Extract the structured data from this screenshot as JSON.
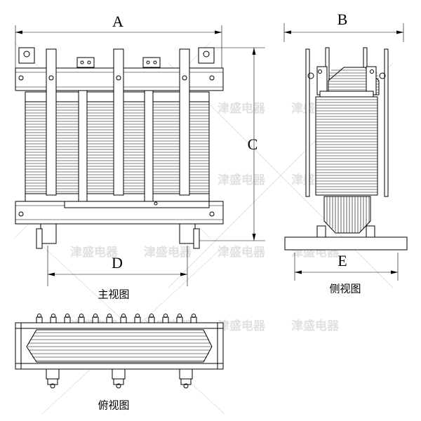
{
  "dimensions": {
    "a": "A",
    "b": "B",
    "c": "C",
    "d": "D",
    "e": "E"
  },
  "captions": {
    "front": "主视图",
    "side": "侧视图",
    "top": "俯视图"
  },
  "watermark": "津盛电器",
  "colors": {
    "line": "#000000",
    "watermark": "#c9c9c9"
  }
}
